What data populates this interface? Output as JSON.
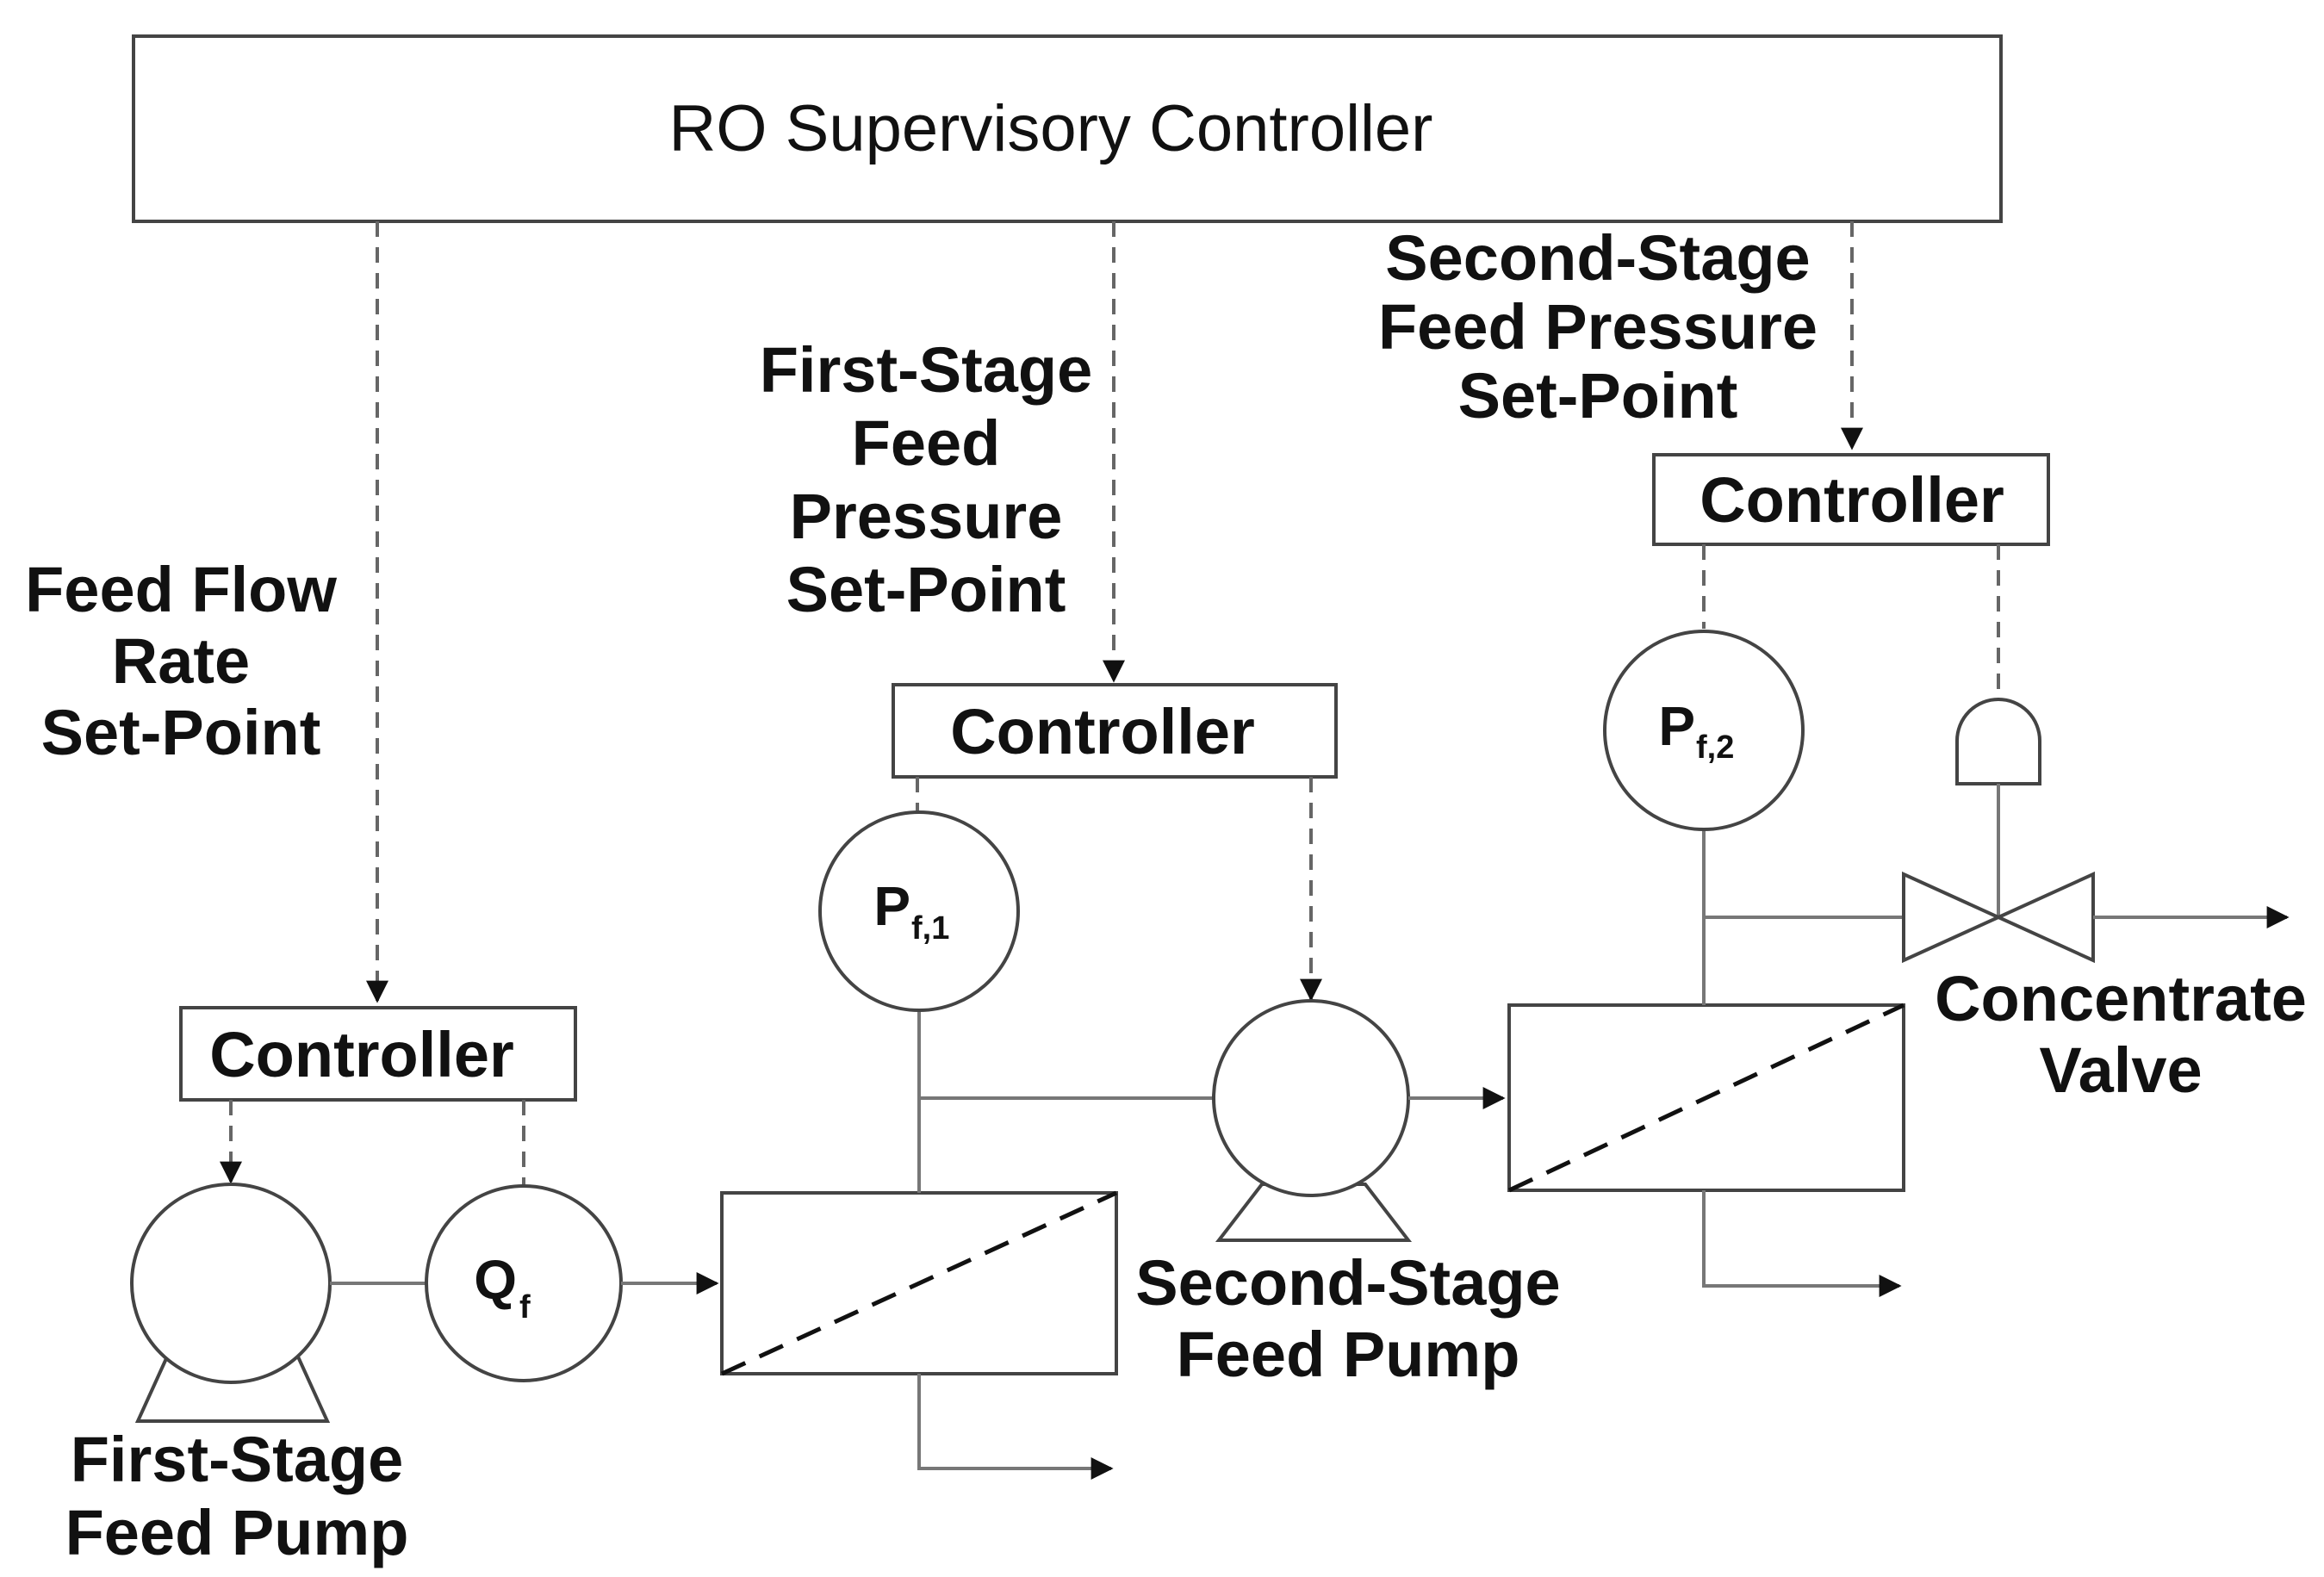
{
  "diagram": {
    "supervisory": {
      "label": "RO Supervisory Controller"
    },
    "setpoints": {
      "feed_flow": [
        "Feed Flow",
        "Rate",
        "Set-Point"
      ],
      "first_stage": [
        "First-Stage",
        "Feed",
        "Pressure",
        "Set-Point"
      ],
      "second_stage": [
        "Second-Stage",
        "Feed Pressure",
        "Set-Point"
      ]
    },
    "controllers": {
      "flow": "Controller",
      "stage1": "Controller",
      "stage2": "Controller"
    },
    "instruments": {
      "flow": {
        "main": "Q",
        "sub": "f"
      },
      "p1": {
        "main": "P",
        "sub": "f,1"
      },
      "p2": {
        "main": "P",
        "sub": "f,2"
      }
    },
    "equipment": {
      "pump1": [
        "First-Stage",
        "Feed Pump"
      ],
      "pump2": [
        "Second-Stage",
        "Feed Pump"
      ],
      "valve": [
        "Concentrate",
        "Valve"
      ]
    }
  }
}
